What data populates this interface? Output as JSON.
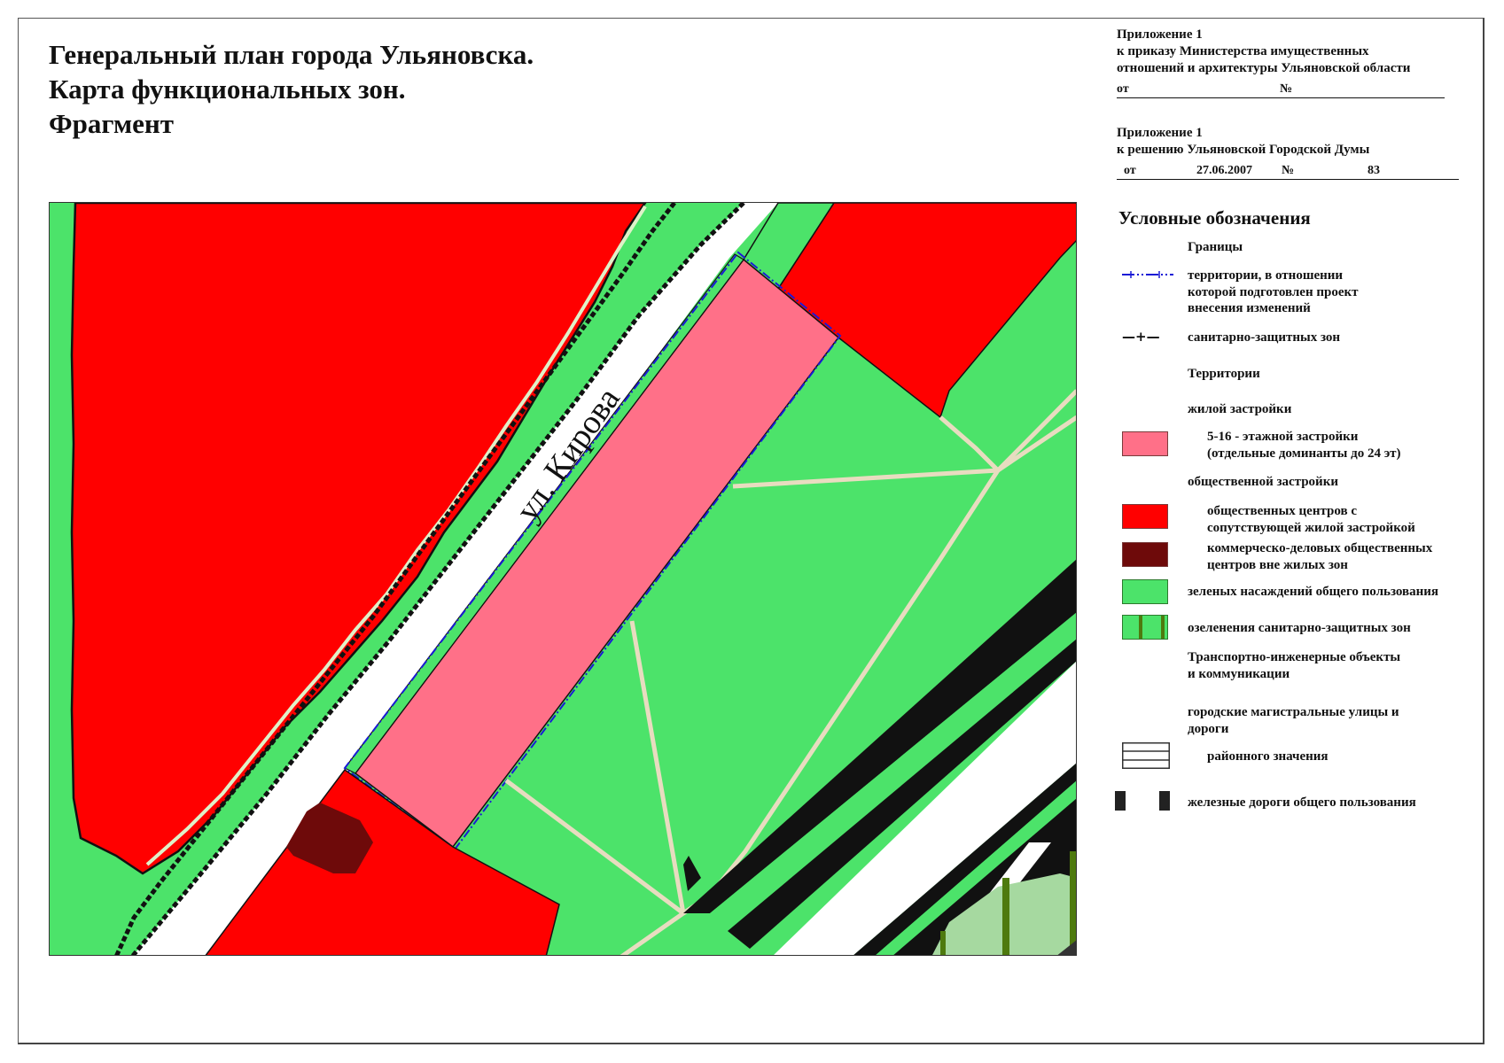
{
  "document": {
    "title_lines": [
      "Генеральный план города Ульяновска.",
      "Карта функциональных зон.",
      "Фрагмент"
    ]
  },
  "appendices": [
    {
      "heading": "Приложение 1",
      "lines": [
        "к приказу Министерства имущественных",
        "отношений и архитектуры Ульяновской области"
      ],
      "from_label": "от",
      "date": "",
      "number_label": "№",
      "number": ""
    },
    {
      "heading": "Приложение 1",
      "lines": [
        "к решению Ульяновской Городской Думы"
      ],
      "from_label": "от",
      "date": "27.06.2007",
      "number_label": "№",
      "number": "83"
    }
  ],
  "map": {
    "street_label": "ул. Кирова",
    "colors": {
      "public_center_red": "#ff0000",
      "residential_pink": "#ff7088",
      "commercial_darkred": "#6e0a0a",
      "green_public": "#4ce36a",
      "green_sanitary": "#a6d9a0",
      "green_stripe": "#4e7a0e",
      "path_beige": "#e8dcc0",
      "road_white": "#ffffff",
      "boundary_blue": "#1a1ad6",
      "outline_black": "#000000"
    }
  },
  "legend": {
    "title": "Условные обозначения",
    "sections": {
      "borders": "Границы",
      "territories": "Территории",
      "residential": "жилой застройки",
      "public": "общественной застройки",
      "transport": [
        "Транспортно-инженерные объекты",
        "и коммуникации"
      ],
      "main_streets": [
        "городские магистральные улицы и",
        "дороги"
      ]
    },
    "items": {
      "project_boundary": {
        "symbol": "blue-dash-dot-line",
        "lines": [
          "территории, в отношении",
          "которой подготовлен проект",
          "внесения изменений"
        ]
      },
      "sanitary_boundary": {
        "symbol": "—+—",
        "lines": [
          "санитарно-защитных зон"
        ]
      },
      "residential_5_16": {
        "symbol": "pink-swatch",
        "lines": [
          "5-16 - этажной застройки",
          "(отдельные доминанты до 24 эт)"
        ]
      },
      "public_centers": {
        "symbol": "red-swatch",
        "lines": [
          "общественных центров с",
          "сопутствующей жилой застройкой"
        ]
      },
      "commercial_centers": {
        "symbol": "darkred-swatch",
        "lines": [
          "коммерческо-деловых общественных",
          "центров вне жилых зон"
        ]
      },
      "green_public": {
        "symbol": "green-swatch",
        "lines": [
          "зеленых насаждений общего пользования"
        ]
      },
      "green_sanitary": {
        "symbol": "striped-green-swatch",
        "lines": [
          "озеленения санитарно-защитных зон"
        ]
      },
      "district_roads": {
        "symbol": "triple-line-swatch",
        "lines": [
          "районного значения"
        ]
      },
      "railways": {
        "symbol": "black-white-black-swatch",
        "lines": [
          "железные дороги общего пользования"
        ]
      }
    }
  }
}
